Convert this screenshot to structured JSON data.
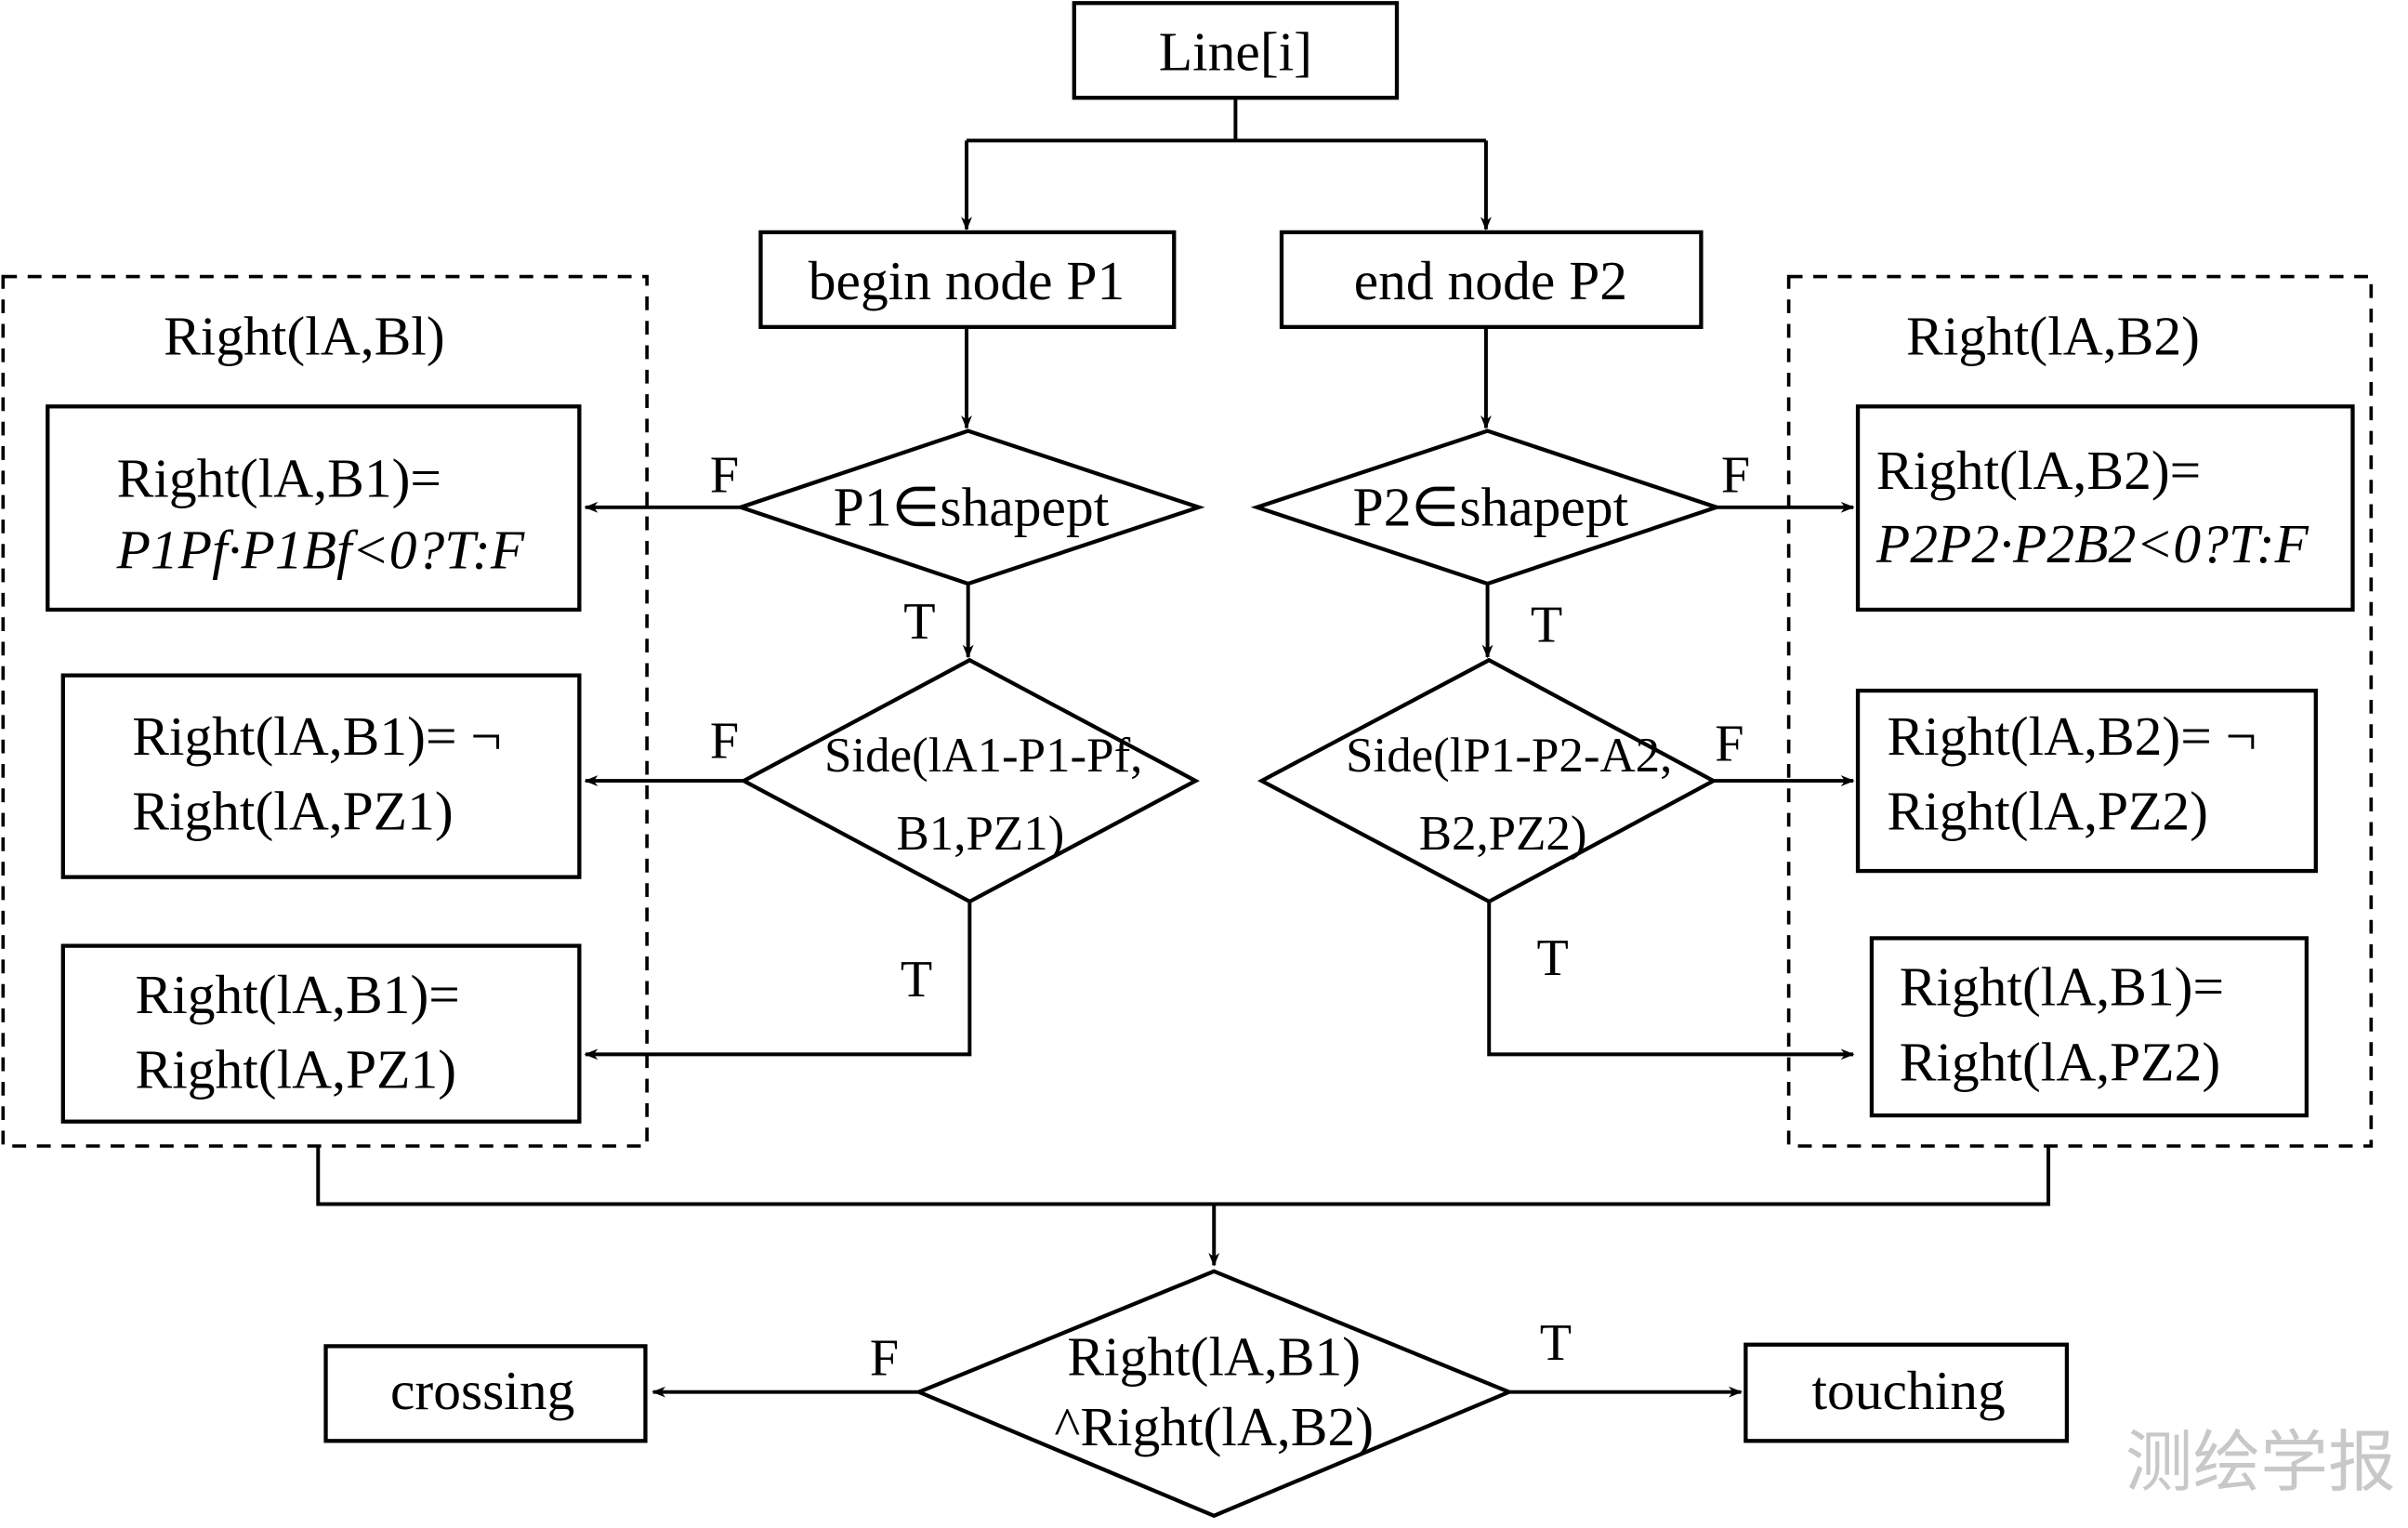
{
  "title": "Line-polygon topological relation decision flowchart",
  "nodes": {
    "start": "Line[i]",
    "begin": "begin node P1",
    "end": "end node P2",
    "d_p1": "P1∈shapept",
    "d_p2": "P2∈shapept",
    "d_side1": [
      "Side(lA1-P1-Pf,",
      "B1,PZ1)"
    ],
    "d_side2": [
      "Side(lP1-P2-A2,",
      "B2,PZ2)"
    ],
    "group_left_title": "Right(lA,Bl)",
    "group_right_title": "Right(lA,B2)",
    "left_box1": [
      "Right(lA,B1)=",
      "P1Pf·P1Bf<0?T:F"
    ],
    "left_box2": [
      "Right(lA,B1)= ¬",
      "Right(lA,PZ1)"
    ],
    "left_box3": [
      "Right(lA,B1)=",
      "Right(lA,PZ1)"
    ],
    "right_box1": [
      "Right(lA,B2)=",
      "P2P2·P2B2<0?T:F"
    ],
    "right_box2": [
      "Right(lA,B2)= ¬",
      "Right(lA,PZ2)"
    ],
    "right_box3": [
      "Right(lA,B1)=",
      "Right(lA,PZ2)"
    ],
    "d_final": [
      "Right(lA,B1)",
      "^Right(lA,B2)"
    ],
    "out_false": "crossing",
    "out_true": "touching"
  },
  "edge_labels": {
    "true": "T",
    "false": "F"
  },
  "watermark": "测绘学报"
}
